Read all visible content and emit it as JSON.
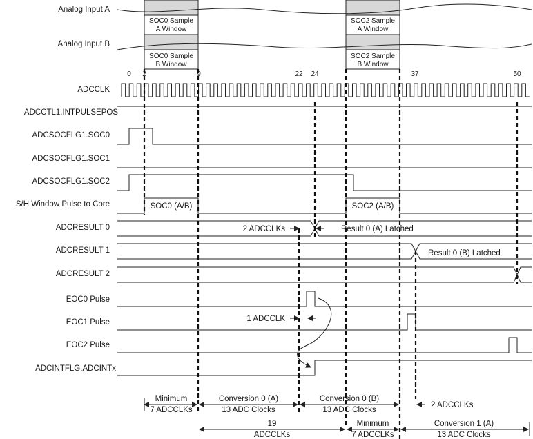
{
  "signals": {
    "analog_a": "Analog Input A",
    "analog_b": "Analog Input B",
    "adcclk": "ADCCLK",
    "intpulsepos": "ADCCTL1.INTPULSEPOS",
    "socflg0": "ADCSOCFLG1.SOC0",
    "socflg1": "ADCSOCFLG1.SOC1",
    "socflg2": "ADCSOCFLG1.SOC2",
    "sh_pulse": "S/H Window Pulse to Core",
    "result0": "ADCRESULT 0",
    "result1": "ADCRESULT 1",
    "result2": "ADCRESULT 2",
    "eoc0": "EOC0 Pulse",
    "eoc1": "EOC1 Pulse",
    "eoc2": "EOC2 Pulse",
    "intflg": "ADCINTFLG.ADCINTx"
  },
  "windows": {
    "soc0a_l1": "SOC0 Sample",
    "soc0a_l2": "A Window",
    "soc0b_l1": "SOC0 Sample",
    "soc0b_l2": "B Window",
    "soc2a_l1": "SOC2 Sample",
    "soc2a_l2": "A Window",
    "soc2b_l1": "SOC2 Sample",
    "soc2b_l2": "B Window"
  },
  "clock_ticks": {
    "t0": "0",
    "t2": "2",
    "t9": "9",
    "t22": "22",
    "t24": "24",
    "t37": "37",
    "t50": "50"
  },
  "pulses": {
    "soc0_ab": "SOC0 (A/B)",
    "soc2_ab": "SOC2 (A/B)"
  },
  "annotations": {
    "two_adcclks_a": "2 ADCCLKs",
    "result0a_latched": "Result 0 (A) Latched",
    "result0b_latched": "Result 0 (B) Latched",
    "one_adcclk": "1 ADCCLK"
  },
  "bottom": {
    "min1_l1": "Minimum",
    "min1_l2": "7 ADCCLKs",
    "conv0a_l1": "Conversion 0 (A)",
    "conv0a_l2": "13 ADC Clocks",
    "conv0b_l1": "Conversion 0 (B)",
    "conv0b_l2": "13 ADC Clocks",
    "two_adcclks_b": "2 ADCCLKs",
    "n19_l1": "19",
    "n19_l2": "ADCCLKs",
    "min2_l1": "Minimum",
    "min2_l2": "7 ADCCLKs",
    "conv1a_l1": "Conversion 1 (A)",
    "conv1a_l2": "13 ADC Clocks"
  }
}
